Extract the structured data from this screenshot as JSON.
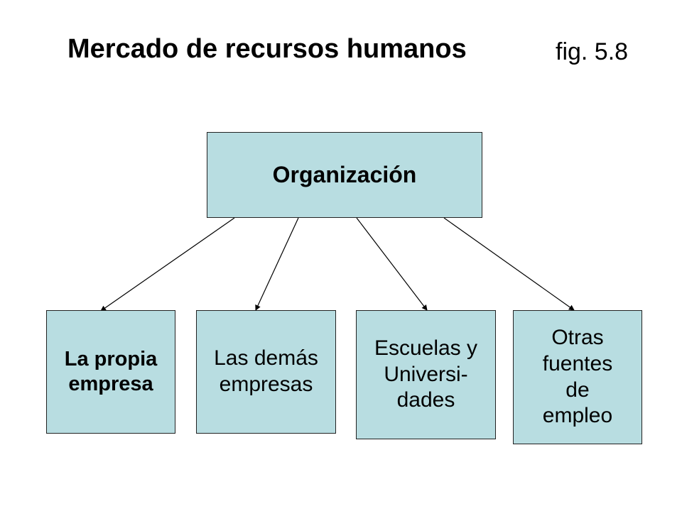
{
  "title": "Mercado de recursos humanos",
  "figure_label": "fig. 5.8",
  "root": {
    "label": "Organización"
  },
  "children": [
    {
      "label": "La propia\nempresa"
    },
    {
      "label": "Las demás\nempresas"
    },
    {
      "label": "Escuelas y\nUniversi-\ndades"
    },
    {
      "label": "Otras\nfuentes\nde\nempleo"
    }
  ],
  "colors": {
    "box_fill": "#b8dde1",
    "box_border": "#222222",
    "arrow": "#000000"
  }
}
